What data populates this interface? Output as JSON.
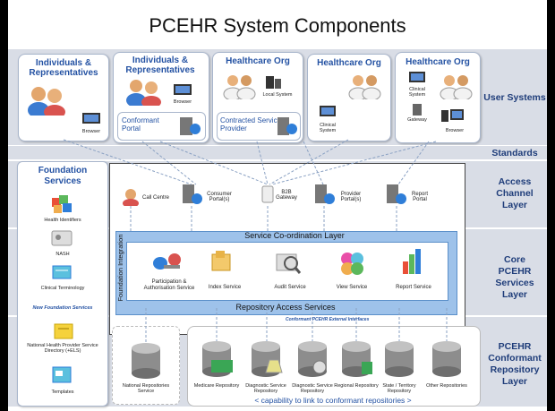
{
  "title": "PCEHR System Components",
  "layers": {
    "user_systems": "User Systems",
    "standards": "Standards",
    "access_channel": "Access Channel Layer",
    "core": "Core PCEHR Services Layer",
    "repository": "PCEHR Conformant Repository Layer"
  },
  "user_cards": [
    {
      "title": "Individuals & Representatives",
      "devices": [
        "Browser"
      ]
    },
    {
      "title": "Individuals & Representatives",
      "devices": [
        "Browser"
      ],
      "portal": "Conformant Portal"
    },
    {
      "title": "Healthcare Org",
      "devices": [
        "Local System"
      ],
      "portal": "Contracted Service Provider"
    },
    {
      "title": "Healthcare Org",
      "devices": [
        "Clinical System"
      ]
    },
    {
      "title": "Healthcare Org",
      "devices": [
        "Clinical System",
        "Gateway",
        "Browser"
      ]
    }
  ],
  "foundation": {
    "title": "Foundation Services",
    "items": [
      "Health Identifiers",
      "NASH",
      "Clinical Terminology"
    ],
    "new_label": "New Foundation Services",
    "new_items": [
      "National Health Provider Service Directory (+ELS)",
      "Templates"
    ]
  },
  "access_channel": [
    "Call Centre",
    "Consumer Portal(s)",
    "B2B Gateway",
    "Provider Portal(s)",
    "Report Portal"
  ],
  "service_coord": "Service Co-ordination Layer",
  "foundation_integration": "Foundation Integration",
  "core_services": [
    "Participation & Authorisation Service",
    "Index Service",
    "Audit Service",
    "View Service",
    "Report Service"
  ],
  "repo_access": "Repository Access Services",
  "external_interfaces": "Conformant PCEHR External Interfaces",
  "national_repo": "National Repositories Service",
  "repositories": [
    "Medicare Repository",
    "Diagnostic Service Repository",
    "Diagnostic Service Repository",
    "Regional Repository",
    "State / Territory Repository",
    "Other Repositories"
  ],
  "capability": "< capability to link to conformant repositories >"
}
